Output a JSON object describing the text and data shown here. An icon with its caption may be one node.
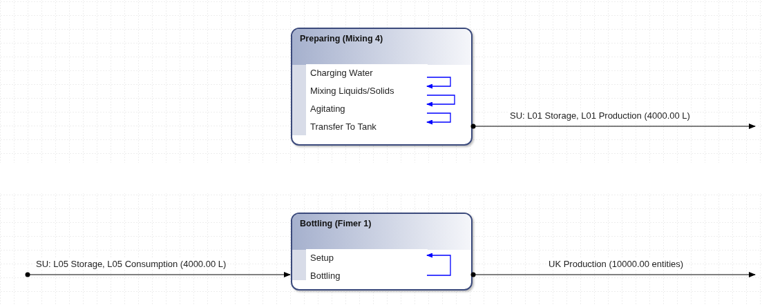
{
  "diagram": {
    "nodes": [
      {
        "text": [
          "Preparing (Mixing 4)"
        ]
      },
      {
        "text": [
          "Charging Water"
        ],
        "in": 0
      },
      {
        "text": [
          "Mixing Liquids/Solids"
        ],
        "in": 0
      },
      {
        "text": [
          "Agitating"
        ],
        "in": 0
      },
      {
        "text": [
          "Transfer To Tank"
        ],
        "in": 0
      },
      {
        "text": [
          "Bottling (Fimer 1)"
        ]
      },
      {
        "text": [
          "Setup"
        ],
        "in": 5
      },
      {
        "text": [
          "Bottling"
        ],
        "in": 5
      }
    ],
    "edges": [
      {
        "from": 1,
        "to": 2,
        "arrow": "to",
        "color": "#0000ff"
      },
      {
        "from": 2,
        "to": 3,
        "arrow": "to",
        "color": "#0000ff"
      },
      {
        "from": 3,
        "to": 4,
        "arrow": "to",
        "color": "#0000ff"
      },
      {
        "from": 7,
        "to": 6,
        "arrow": "to",
        "color": "#0000ff"
      },
      {
        "from": 0,
        "to": null,
        "arrow": "to",
        "color": "#000000",
        "label": "SU: L01 Storage, L01 Production (4000.00 L)"
      },
      {
        "from": null,
        "to": 5,
        "arrow": "to",
        "color": "#000000",
        "label": "SU: L05 Storage, L05 Consumption (4000.00 L)"
      },
      {
        "from": 5,
        "to": null,
        "arrow": "to",
        "color": "#000000",
        "label": "UK Production (10000.00 entities)"
      }
    ]
  }
}
